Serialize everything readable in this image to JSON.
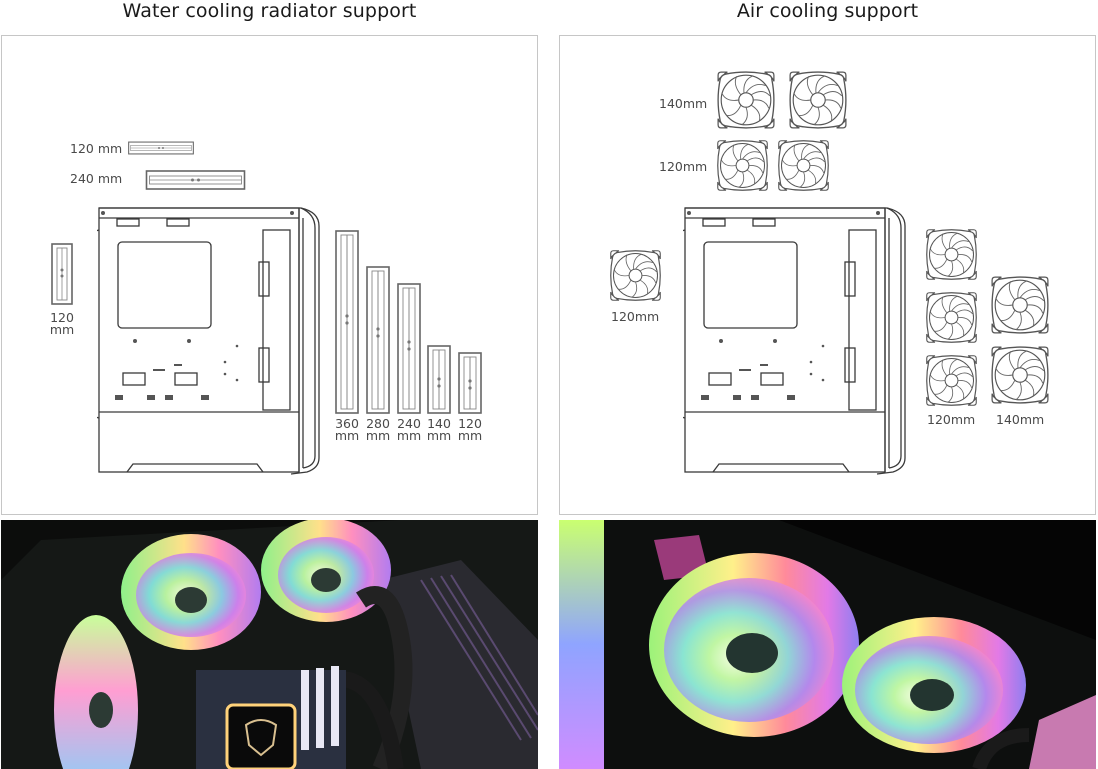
{
  "sections": [
    {
      "title": "Water cooling radiator support",
      "diagram": {
        "top_radiators": [
          {
            "label": "120 mm"
          },
          {
            "label": "240 mm"
          }
        ],
        "rear_radiator": {
          "label_line1": "120",
          "label_line2": "mm"
        },
        "front_radiators": [
          {
            "size": "360",
            "unit": "mm"
          },
          {
            "size": "280",
            "unit": "mm"
          },
          {
            "size": "240",
            "unit": "mm"
          },
          {
            "size": "140",
            "unit": "mm"
          },
          {
            "size": "120",
            "unit": "mm"
          }
        ]
      },
      "photo": {
        "description": "RGB fans and liquid cooler inside case"
      }
    },
    {
      "title": "Air cooling support",
      "diagram": {
        "top_fans": [
          {
            "label": "140mm",
            "count": 2
          },
          {
            "label": "120mm",
            "count": 2
          }
        ],
        "rear_fan": {
          "label": "120mm"
        },
        "front_fans": [
          {
            "label": "120mm",
            "count": 3
          },
          {
            "label": "140mm",
            "count": 2
          }
        ]
      },
      "photo": {
        "description": "Close-up of RGB fans mounted in case"
      }
    }
  ],
  "colors": {
    "line": "#555555",
    "border": "#c6c6c6",
    "title": "#1a1a1a"
  }
}
